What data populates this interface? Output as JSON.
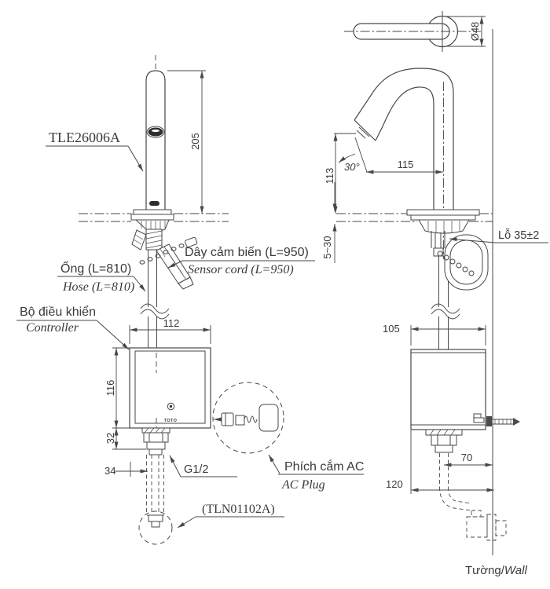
{
  "title": {
    "product_code": "TLE26006A",
    "valve_code": "(TLN01102A)",
    "brand_logo": "TOTO"
  },
  "labels": {
    "sensor_cord": {
      "vi": "Dây cảm biến (L=950)",
      "en": "Sensor cord (L=950)"
    },
    "hose": {
      "vi": "Ống (L=810)",
      "en": "Hose (L=810)"
    },
    "controller": {
      "vi": "Bộ điều khiển",
      "en": "Controller"
    },
    "ac_plug": {
      "vi": "Phích cắm AC",
      "en": "AC Plug"
    },
    "wall": {
      "vi": "Tường",
      "sep": "/",
      "en": "Wall"
    },
    "thread_size": "G1/2",
    "hole": "Lỗ 35±2"
  },
  "dimensions": {
    "spout_total_height": "205",
    "base_diameter": "Ø48",
    "spout_outlet_height": "113",
    "spout_angle": "30°",
    "spout_reach": "115",
    "deck_thickness_range": "5~30",
    "controller_width": "112",
    "controller_height": "116",
    "fitting_height": "32",
    "supply_offset": "34",
    "controller_depth": "105",
    "supply_to_wall": "70",
    "controller_to_wall": "120"
  },
  "colors": {
    "line": "#474747",
    "text": "#3a3a3a",
    "background": "#ffffff"
  }
}
